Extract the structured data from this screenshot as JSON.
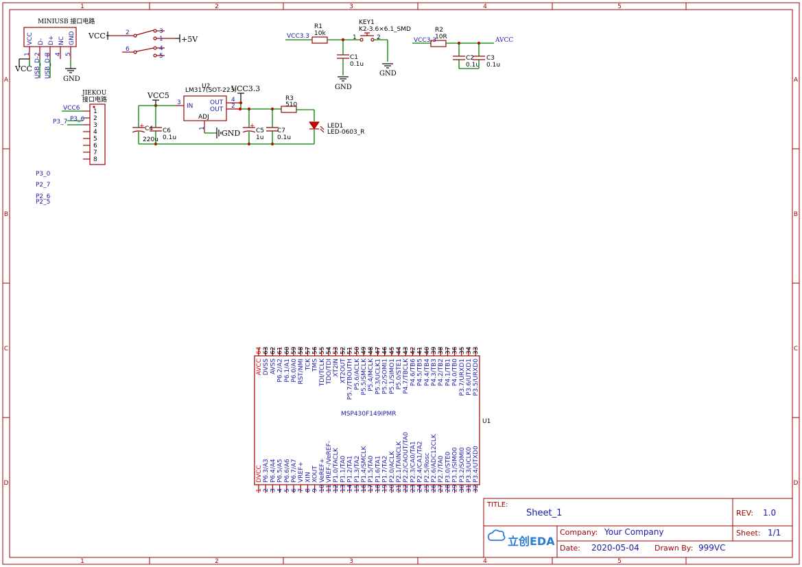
{
  "frame": {
    "columns": [
      "1",
      "2",
      "3",
      "4",
      "5"
    ],
    "rows": [
      "A",
      "B",
      "C",
      "D"
    ]
  },
  "title_block": {
    "title_label": "TITLE:",
    "title": "Sheet_1",
    "rev_label": "REV:",
    "rev": "1.0",
    "company_label": "Company:",
    "company": "Your Company",
    "sheet_label": "Sheet:",
    "sheet": "1/1",
    "date_label": "Date:",
    "date": "2020-05-04",
    "drawn_label": "Drawn By:",
    "drawn_by": "999VC",
    "logo_text": "立创EDA"
  },
  "usb": {
    "title": "MINIUSB 接口电路",
    "pins": [
      "VCC",
      "D-",
      "D+",
      "NC",
      "GND"
    ],
    "pin_numbers": [
      "1",
      "2",
      "3",
      "4",
      "5"
    ],
    "nets": [
      "VCC",
      "USB_D-",
      "USB_D+"
    ],
    "gnd": "GND"
  },
  "switch": {
    "vcc": "VCC",
    "out": "+5V",
    "pins": [
      "2",
      "3",
      "1",
      "6",
      "4",
      "5"
    ]
  },
  "key_section": {
    "vcc": "VCC3.3",
    "r1_ref": "R1",
    "r1_val": "10k",
    "key_ref": "KEY1",
    "key_val": "K2-3.6×6.1_SMD",
    "key_pins": [
      "1",
      "2"
    ],
    "c1_ref": "C1",
    "c1_val": "0.1u",
    "gnd1": "GND",
    "gnd2": "GND"
  },
  "avcc_section": {
    "vcc": "VCC3.3",
    "r2_ref": "R2",
    "r2_val": "10R",
    "avcc": "AVCC",
    "c2_ref": "C2",
    "c2_val": "0.1u",
    "c3_ref": "C3",
    "c3_val": "0.1u"
  },
  "jiekou": {
    "title1": "JIEKOU",
    "title2": "接口电路",
    "pins": [
      "1",
      "2",
      "3",
      "4",
      "5",
      "6",
      "7",
      "8"
    ],
    "nets": [
      "VCC6",
      "P3_7",
      "P3_6"
    ]
  },
  "side_nets": [
    "P3_0",
    "P2_7",
    "P2_6",
    "P2_5"
  ],
  "regulator": {
    "vcc5": "VCC5",
    "u2_ref": "U2",
    "u2_val": "LM317(SOT-223)",
    "vcc33": "VCC3.3",
    "in": "IN",
    "out1": "OUT",
    "out2": "OUT",
    "adj": "ADJ",
    "pin_in": "3",
    "pin_out1": "4",
    "pin_out2": "2",
    "pin_adj": "1",
    "gnd": "GND",
    "c4_ref": "C4",
    "c4_val": "220u",
    "c6_ref": "C6",
    "c6_val": "0.1u",
    "c5_ref": "C5",
    "c5_val": "1u",
    "c7_ref": "C7",
    "c7_val": "0.1u",
    "r3_ref": "R3",
    "r3_val": "510",
    "led_ref": "LED1",
    "led_val": "LED-0603_R",
    "plus": "+"
  },
  "mcu": {
    "ref": "U1",
    "name": "MSP430F149IPMR",
    "top_pins": [
      {
        "num": "64",
        "name": "AVCC"
      },
      {
        "num": "63",
        "name": "DVSS"
      },
      {
        "num": "62",
        "name": "AVSS"
      },
      {
        "num": "61",
        "name": "P6.2/A2"
      },
      {
        "num": "60",
        "name": "P6.1/A1"
      },
      {
        "num": "59",
        "name": "P6.0/A0"
      },
      {
        "num": "58",
        "name": "RST/NMI"
      },
      {
        "num": "57",
        "name": "TCK"
      },
      {
        "num": "56",
        "name": "TMS"
      },
      {
        "num": "55",
        "name": "TDI/TCLK"
      },
      {
        "num": "54",
        "name": "TDO/TDI"
      },
      {
        "num": "53",
        "name": "XT2IN"
      },
      {
        "num": "52",
        "name": "XT2OUT"
      },
      {
        "num": "51",
        "name": "P5.7/TBOUTH"
      },
      {
        "num": "50",
        "name": "P5.6/ACLK"
      },
      {
        "num": "49",
        "name": "P5.5/SMCLK"
      },
      {
        "num": "48",
        "name": "P5.4/MCLK"
      },
      {
        "num": "47",
        "name": "P5.3/UCLK1"
      },
      {
        "num": "46",
        "name": "P5.2/SOMI1"
      },
      {
        "num": "45",
        "name": "P5.1/SIMO1"
      },
      {
        "num": "44",
        "name": "P5.0/STE1"
      },
      {
        "num": "43",
        "name": "P4.7/TBCLK"
      },
      {
        "num": "42",
        "name": "P4.6/TB6"
      },
      {
        "num": "41",
        "name": "P4.5/TB5"
      },
      {
        "num": "40",
        "name": "P4.4/TB4"
      },
      {
        "num": "39",
        "name": "P4.3/TB3"
      },
      {
        "num": "38",
        "name": "P4.2/TB2"
      },
      {
        "num": "37",
        "name": "P4.1/TB1"
      },
      {
        "num": "36",
        "name": "P4.0/TB0"
      },
      {
        "num": "35",
        "name": "P3.7/URXD1"
      },
      {
        "num": "34",
        "name": "P3.6/UTXD1"
      },
      {
        "num": "33",
        "name": "P3.5/URXD0"
      }
    ],
    "bottom_pins": [
      {
        "num": "1",
        "name": "DVCC"
      },
      {
        "num": "2",
        "name": "P6.3/A3"
      },
      {
        "num": "3",
        "name": "P6.4/A4"
      },
      {
        "num": "4",
        "name": "P6.5/A5"
      },
      {
        "num": "5",
        "name": "P6.6/A6"
      },
      {
        "num": "6",
        "name": "P6.7/A7"
      },
      {
        "num": "7",
        "name": "VREF+"
      },
      {
        "num": "8",
        "name": "XIN"
      },
      {
        "num": "9",
        "name": "XOUT"
      },
      {
        "num": "10",
        "name": "VeREF+"
      },
      {
        "num": "11",
        "name": "VREF-/VeREF-"
      },
      {
        "num": "12",
        "name": "P1.0/TACLK"
      },
      {
        "num": "13",
        "name": "P1.1/TA0"
      },
      {
        "num": "14",
        "name": "P1.2/TA1"
      },
      {
        "num": "15",
        "name": "P1.3/TA2"
      },
      {
        "num": "16",
        "name": "P1.4/SMCLK"
      },
      {
        "num": "17",
        "name": "P1.5/TA0"
      },
      {
        "num": "18",
        "name": "P1.6/TA1"
      },
      {
        "num": "19",
        "name": "P1.7/TA2"
      },
      {
        "num": "20",
        "name": "P2.0/ACLK"
      },
      {
        "num": "21",
        "name": "P2.1/TAINCLK"
      },
      {
        "num": "22",
        "name": "P2.2/CAOUT/TA0"
      },
      {
        "num": "23",
        "name": "P2.3/CA0/TA1"
      },
      {
        "num": "24",
        "name": "P2.4/CA1/TA2"
      },
      {
        "num": "25",
        "name": "P2.5/Rosc"
      },
      {
        "num": "26",
        "name": "P2.6/ADC12CLK"
      },
      {
        "num": "27",
        "name": "P2.7/TA0"
      },
      {
        "num": "28",
        "name": "P3.0/STE0"
      },
      {
        "num": "29",
        "name": "P3.1/SIMO0"
      },
      {
        "num": "30",
        "name": "P3.2/SOMI0"
      },
      {
        "num": "31",
        "name": "P3.3/UCLK0"
      },
      {
        "num": "32",
        "name": "P3.4/UTXD0"
      }
    ]
  }
}
